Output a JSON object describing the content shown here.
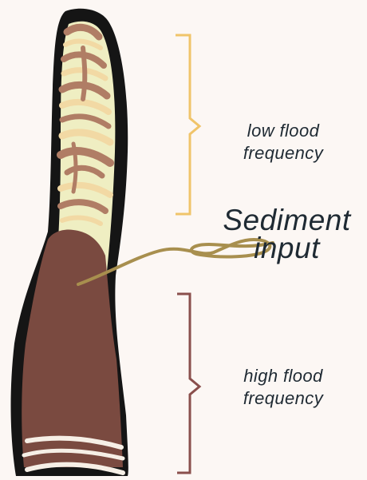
{
  "labels": {
    "low_flood_line1": "low flood",
    "low_flood_line2": "frequency",
    "high_flood_line1": "high flood",
    "high_flood_line2": "frequency",
    "sediment_line1": "Sediment",
    "sediment_line2": "input"
  },
  "colors": {
    "background": "#fcf7f4",
    "outline": "#151515",
    "sediment_dark": "#7a4a40",
    "band_light": "#efeec2",
    "band_brown": "#b07d65",
    "band_tan": "#f2d9a4",
    "low_bracket": "#f0c46a",
    "high_bracket": "#8a4f4c",
    "input_line": "#a88f4e",
    "text": "#1f2a33"
  }
}
